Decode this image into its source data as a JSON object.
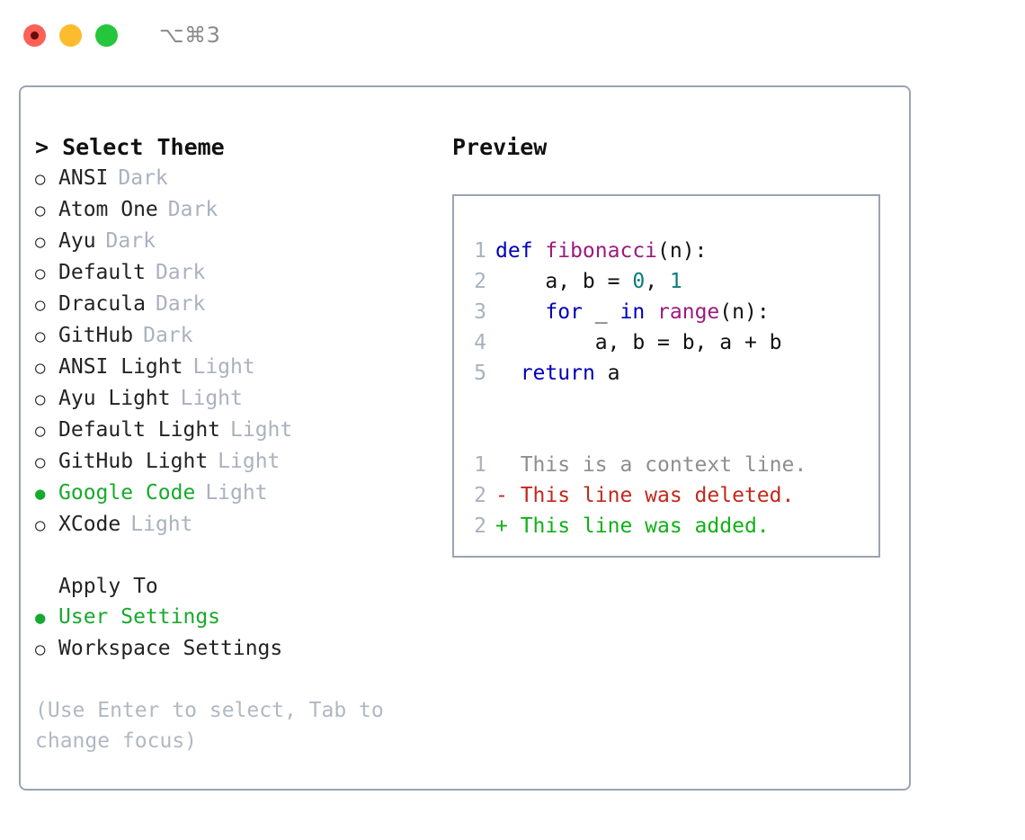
{
  "titlebar": {
    "shortcut": "⌥⌘3",
    "buttons": [
      {
        "name": "close",
        "color": "#fc6158"
      },
      {
        "name": "minimize",
        "color": "#fdbc2e"
      },
      {
        "name": "maximize",
        "color": "#25c63c"
      }
    ]
  },
  "colors": {
    "selected_green": "#18a92e",
    "muted": "#aab2bf",
    "border": "#9aa4b2",
    "keyword_blue": "#0000b8",
    "function_magenta": "#9c1b7d",
    "number_teal": "#0d7b7b",
    "diff_deleted": "#c2281e",
    "diff_added": "#12b016",
    "diff_context": "#8e8e8e"
  },
  "theme_section": {
    "title": "> Select Theme",
    "prompt_marker": ">",
    "marker_unselected": "○",
    "marker_selected": "●",
    "options": [
      {
        "label": "ANSI",
        "tag": "Dark",
        "selected": false
      },
      {
        "label": "Atom One",
        "tag": "Dark",
        "selected": false
      },
      {
        "label": "Ayu",
        "tag": "Dark",
        "selected": false
      },
      {
        "label": "Default",
        "tag": "Dark",
        "selected": false
      },
      {
        "label": "Dracula",
        "tag": "Dark",
        "selected": false
      },
      {
        "label": "GitHub",
        "tag": "Dark",
        "selected": false
      },
      {
        "label": "ANSI Light",
        "tag": "Light",
        "selected": false
      },
      {
        "label": "Ayu Light",
        "tag": "Light",
        "selected": false
      },
      {
        "label": "Default Light",
        "tag": "Light",
        "selected": false
      },
      {
        "label": "GitHub Light",
        "tag": "Light",
        "selected": false
      },
      {
        "label": "Google Code",
        "tag": "Light",
        "selected": true
      },
      {
        "label": "XCode",
        "tag": "Light",
        "selected": false
      }
    ]
  },
  "apply_section": {
    "heading": "Apply To",
    "options": [
      {
        "label": "User Settings",
        "selected": true
      },
      {
        "label": "Workspace Settings",
        "selected": false
      }
    ]
  },
  "hint": "(Use Enter to select, Tab to change focus)",
  "preview": {
    "title": "Preview",
    "code_lines": [
      {
        "number": "1",
        "tokens": [
          {
            "text": "def ",
            "kind": "kw"
          },
          {
            "text": "fibonacci",
            "kind": "fn"
          },
          {
            "text": "(n):",
            "kind": "plain"
          }
        ]
      },
      {
        "number": "2",
        "tokens": [
          {
            "text": "    a, b = ",
            "kind": "plain"
          },
          {
            "text": "0",
            "kind": "num"
          },
          {
            "text": ", ",
            "kind": "plain"
          },
          {
            "text": "1",
            "kind": "num"
          }
        ]
      },
      {
        "number": "3",
        "tokens": [
          {
            "text": "    ",
            "kind": "plain"
          },
          {
            "text": "for",
            "kind": "kw"
          },
          {
            "text": " _ ",
            "kind": "plain"
          },
          {
            "text": "in",
            "kind": "kw"
          },
          {
            "text": " ",
            "kind": "plain"
          },
          {
            "text": "range",
            "kind": "fn"
          },
          {
            "text": "(n):",
            "kind": "plain"
          }
        ]
      },
      {
        "number": "4",
        "tokens": [
          {
            "text": "        a, b = b, a + b",
            "kind": "plain"
          }
        ]
      },
      {
        "number": "5",
        "tokens": [
          {
            "text": "  ",
            "kind": "plain"
          },
          {
            "text": "return",
            "kind": "kw"
          },
          {
            "text": " a",
            "kind": "plain"
          }
        ]
      }
    ],
    "diff_lines": [
      {
        "number": "1",
        "marker": " ",
        "text": "  This is a context line.",
        "kind": "ctx"
      },
      {
        "number": "2",
        "marker": "-",
        "text": "- This line was deleted.",
        "kind": "del"
      },
      {
        "number": "2",
        "marker": "+",
        "text": "+ This line was added.",
        "kind": "add"
      }
    ]
  }
}
